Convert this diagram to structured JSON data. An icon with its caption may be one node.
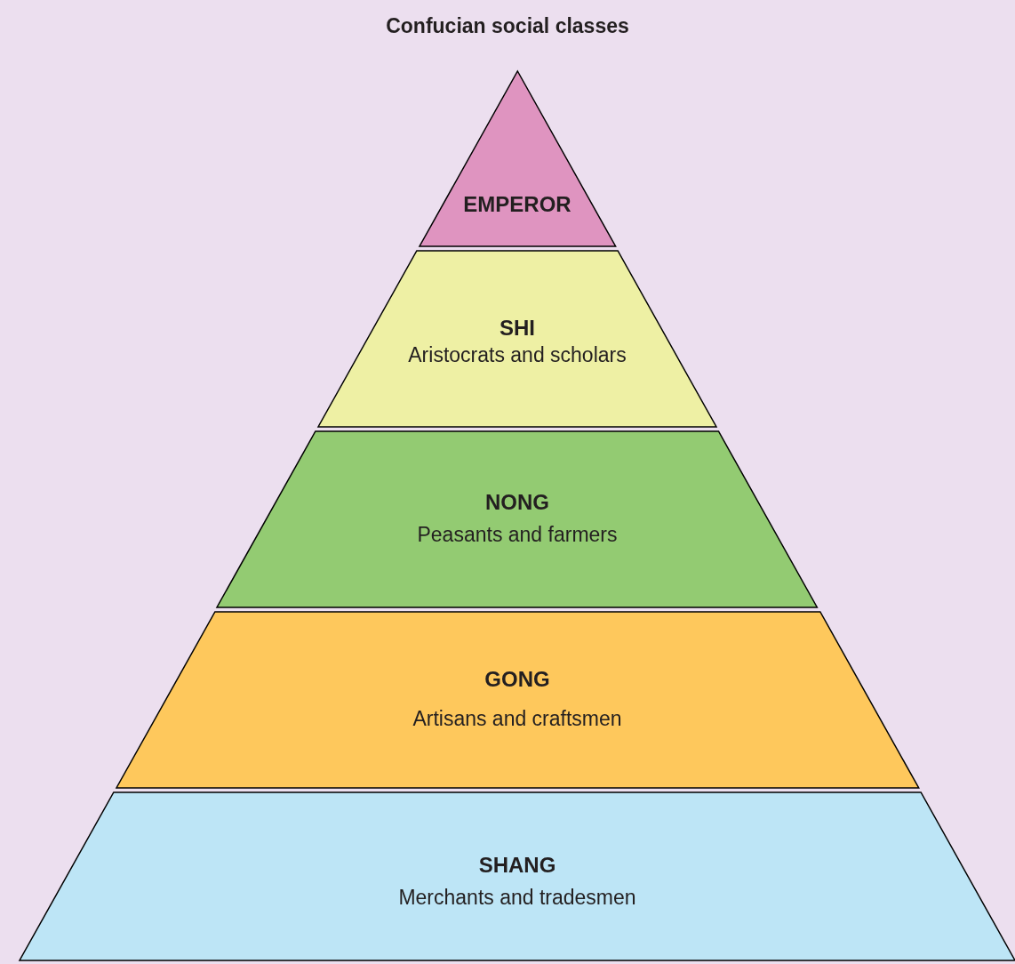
{
  "diagram": {
    "title": "Confucian social classes",
    "nodes": [
      {
        "text": [
          "EMPEROR"
        ]
      },
      {
        "text": [
          "SHI",
          "Aristocrats and scholars"
        ]
      },
      {
        "text": [
          "NONG",
          "Peasants and farmers"
        ]
      },
      {
        "text": [
          "GONG",
          "Artisans and craftsmen"
        ]
      },
      {
        "text": [
          "SHANG",
          "Merchants and tradesmen"
        ]
      }
    ]
  }
}
